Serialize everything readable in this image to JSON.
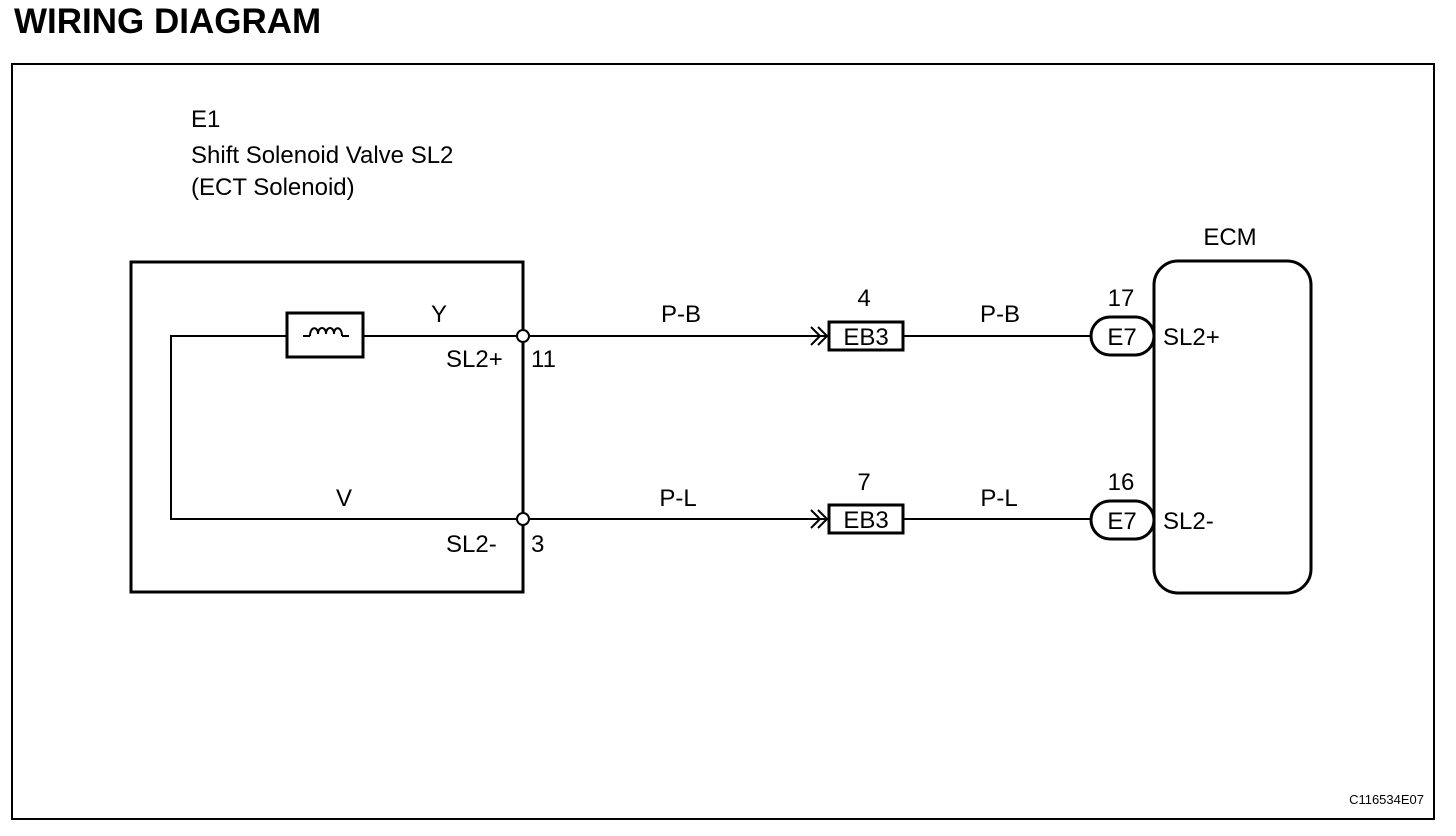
{
  "header": {
    "title": "WIRING DIAGRAM"
  },
  "solenoid": {
    "id": "E1",
    "name": "Shift Solenoid Valve SL2",
    "subtitle": "(ECT Solenoid)",
    "wire_top": "Y",
    "wire_bottom": "V",
    "term_pos_name": "SL2+",
    "term_pos_pin": "11",
    "term_neg_name": "SL2-",
    "term_neg_pin": "3"
  },
  "circuits": [
    {
      "wire1": "P-B",
      "connector": "EB3",
      "connector_pin": "4",
      "wire2": "P-B",
      "ecm_connector": "E7",
      "ecm_pin": "17",
      "ecm_terminal": "SL2+"
    },
    {
      "wire1": "P-L",
      "connector": "EB3",
      "connector_pin": "7",
      "wire2": "P-L",
      "ecm_connector": "E7",
      "ecm_pin": "16",
      "ecm_terminal": "SL2-"
    }
  ],
  "ecm": {
    "label": "ECM"
  },
  "footer": {
    "code": "C116534E07"
  }
}
